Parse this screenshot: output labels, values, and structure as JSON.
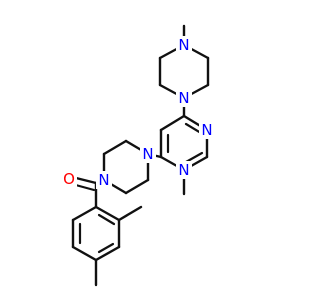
{
  "molecule": {
    "atoms": {
      "n_methylpiperazine_top": "N",
      "n_methylpiperazine_bottom": "N",
      "n_pyrimidine_right": "N",
      "n_pyrimidine_bottom": "N",
      "n_piperazine_right": "N",
      "n_piperazine_left": "N",
      "o_carbonyl": "O"
    },
    "colors": {
      "bond": "#111111",
      "nitrogen": "#0000ff",
      "oxygen": "#ff0000",
      "background": "#ffffff"
    }
  }
}
